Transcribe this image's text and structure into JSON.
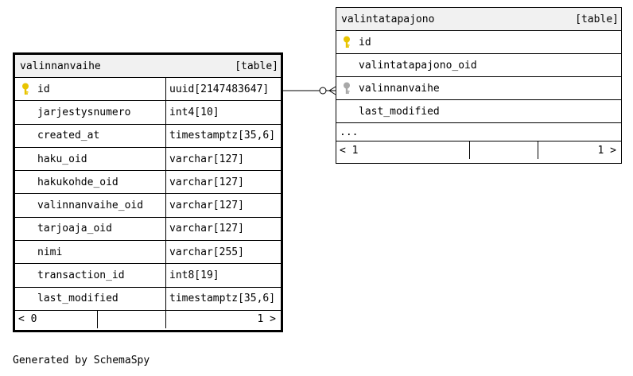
{
  "tables": {
    "valinnanvaihe": {
      "name": "valinnanvaihe",
      "kind": "[table]",
      "columns": [
        {
          "name": "id",
          "type": "uuid[2147483647]",
          "key": "primary"
        },
        {
          "name": "jarjestysnumero",
          "type": "int4[10]"
        },
        {
          "name": "created_at",
          "type": "timestamptz[35,6]"
        },
        {
          "name": "haku_oid",
          "type": "varchar[127]"
        },
        {
          "name": "hakukohde_oid",
          "type": "varchar[127]"
        },
        {
          "name": "valinnanvaihe_oid",
          "type": "varchar[127]"
        },
        {
          "name": "tarjoaja_oid",
          "type": "varchar[127]"
        },
        {
          "name": "nimi",
          "type": "varchar[255]"
        },
        {
          "name": "transaction_id",
          "type": "int8[19]"
        },
        {
          "name": "last_modified",
          "type": "timestamptz[35,6]"
        }
      ],
      "footer": {
        "left": "< 0",
        "right": "1 >"
      }
    },
    "valintatapajono": {
      "name": "valintatapajono",
      "kind": "[table]",
      "columns": [
        {
          "name": "id",
          "key": "primary"
        },
        {
          "name": "valintatapajono_oid"
        },
        {
          "name": "valinnanvaihe",
          "key": "foreign"
        },
        {
          "name": "last_modified"
        }
      ],
      "more": "...",
      "footer": {
        "left": "< 1",
        "right": "1 >"
      }
    }
  },
  "colors": {
    "primary_key": "#e8c400",
    "foreign_key": "#a8a8a8",
    "header_bg": "#f1f1f1"
  },
  "generated_by": "Generated by SchemaSpy"
}
